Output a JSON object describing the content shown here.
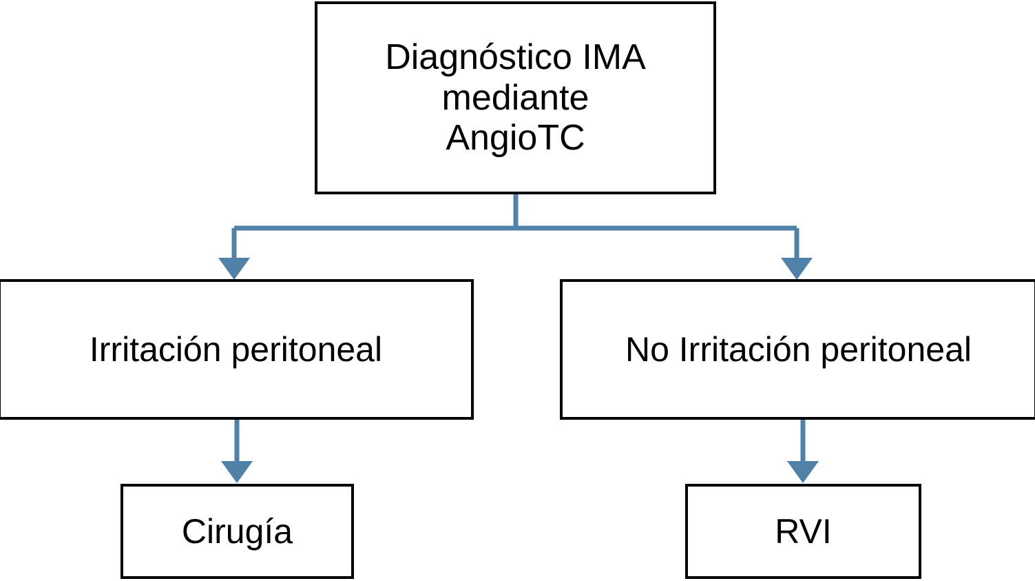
{
  "diagram": {
    "type": "flowchart",
    "orientation": "top-down",
    "language": "es",
    "colors": {
      "node_border": "#000000",
      "node_fill": "#ffffff",
      "connector": "#4F81A9",
      "text": "#000000",
      "background": "#ffffff"
    },
    "nodes": [
      {
        "id": "root",
        "label": "Diagnóstico IMA\nmediante\nAngioTC",
        "level": 0
      },
      {
        "id": "peritoneal",
        "label": "Irritación peritoneal",
        "level": 1
      },
      {
        "id": "no-peritoneal",
        "label": "No Irritación peritoneal",
        "level": 1
      },
      {
        "id": "surgery",
        "label": "Cirugía",
        "level": 2
      },
      {
        "id": "rvi",
        "label": "RVI",
        "level": 2
      }
    ],
    "edges": [
      {
        "from": "root",
        "to": "peritoneal",
        "label": ""
      },
      {
        "from": "root",
        "to": "no-peritoneal",
        "label": ""
      },
      {
        "from": "peritoneal",
        "to": "surgery",
        "label": ""
      },
      {
        "from": "no-peritoneal",
        "to": "rvi",
        "label": ""
      }
    ]
  }
}
